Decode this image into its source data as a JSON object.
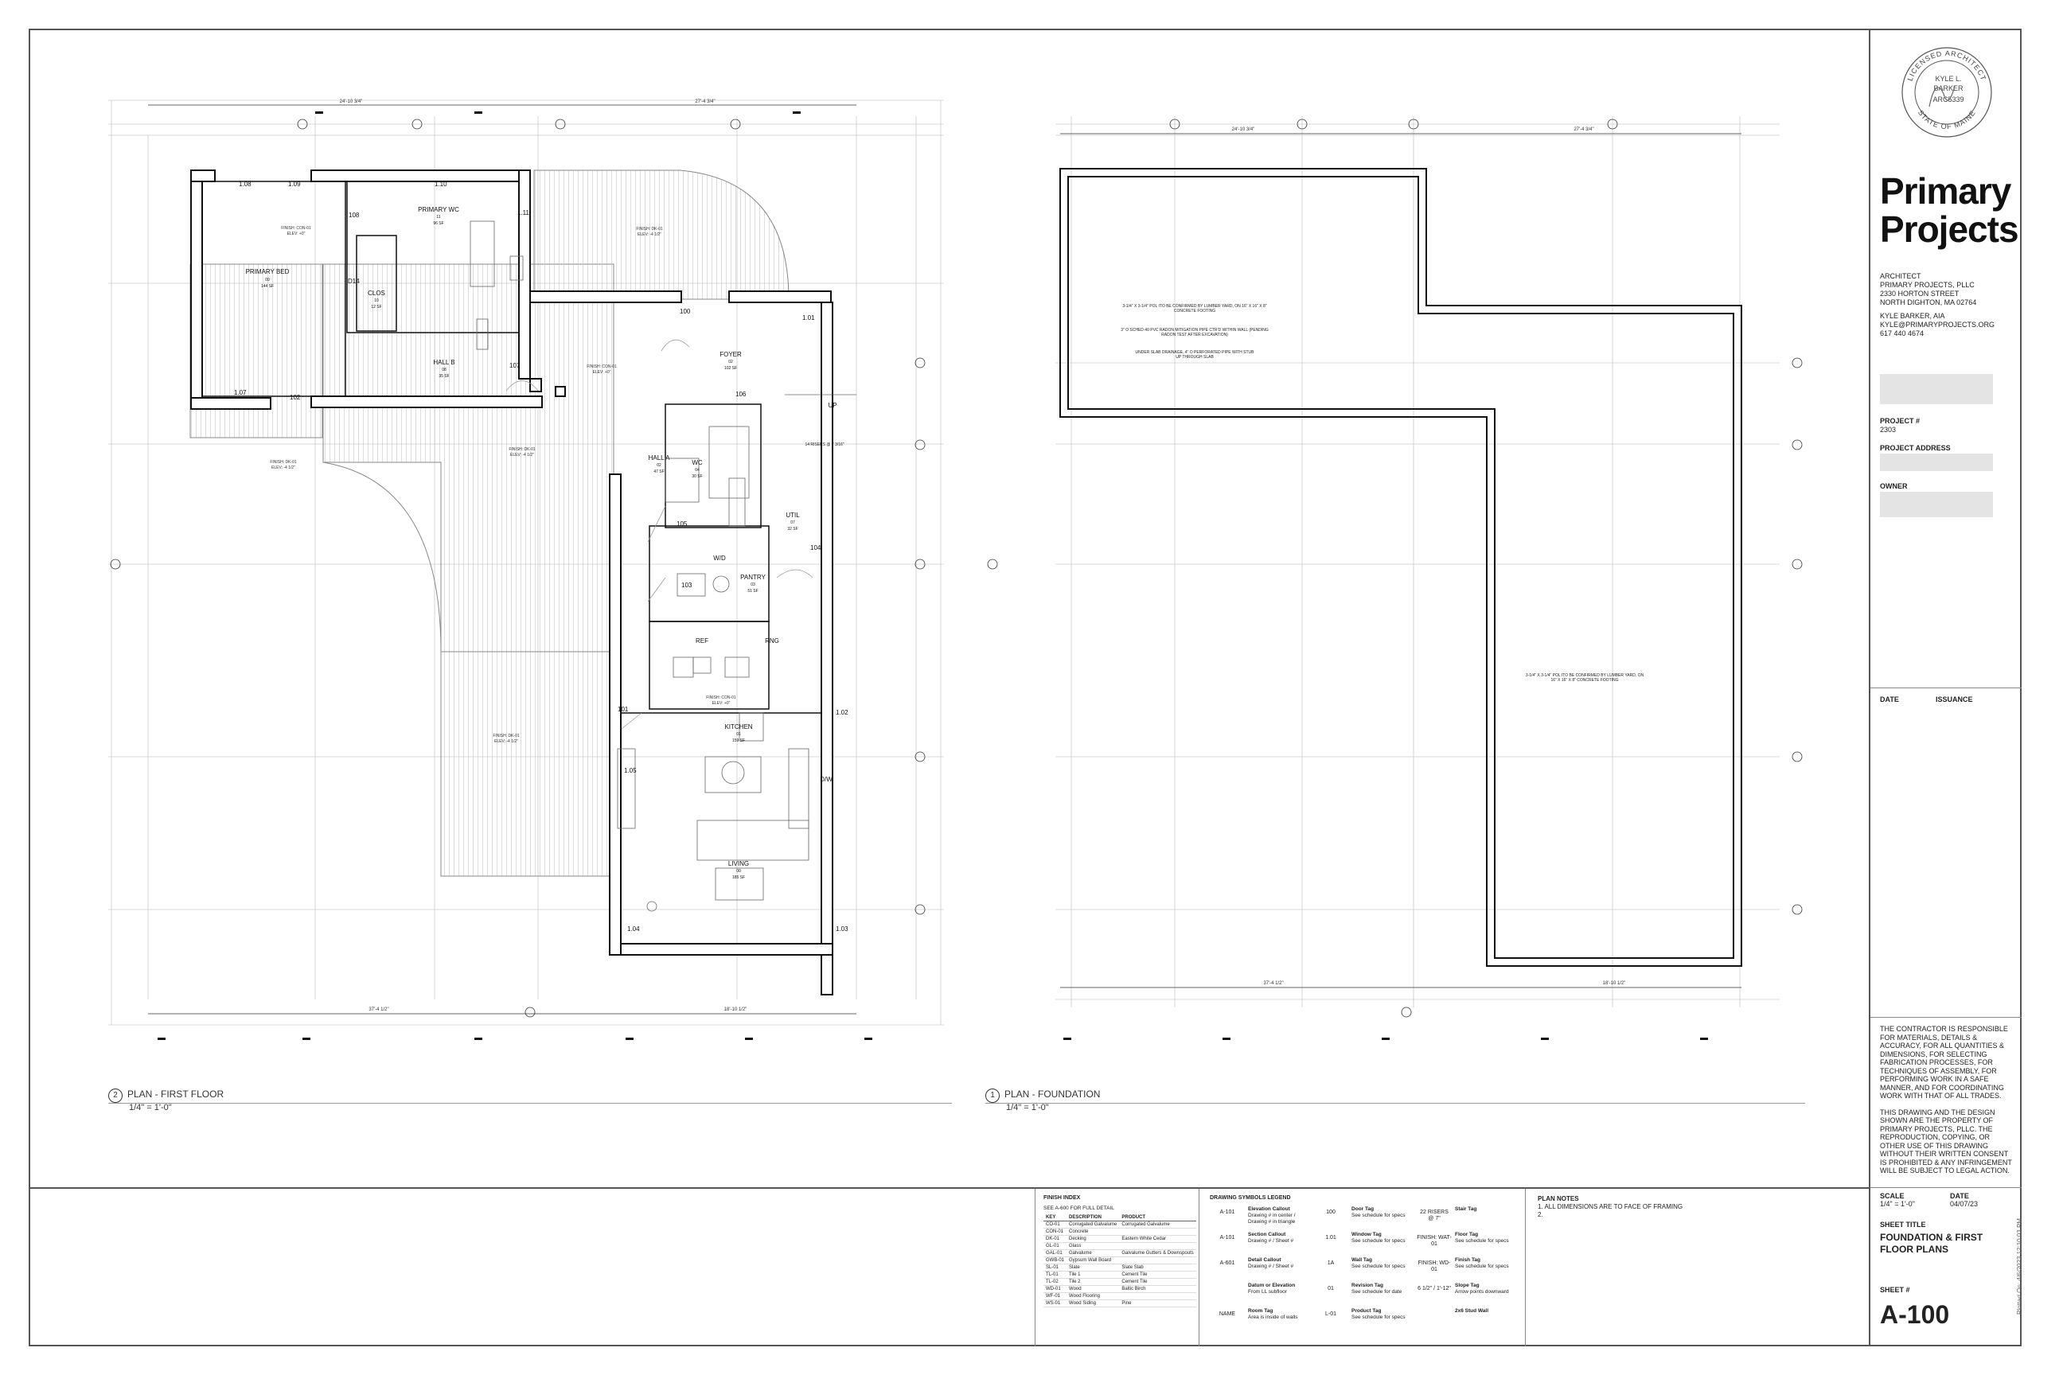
{
  "firm": {
    "name_line1": "Primary",
    "name_line2": "Projects",
    "architect_label": "ARCHITECT",
    "company": "PRIMARY PROJECTS, PLLC",
    "street": "2330 HORTON STREET",
    "city": "NORTH DIGHTON, MA 02764",
    "person": "KYLE BARKER, AIA",
    "email": "KYLE@PRIMARYPROJECTS.ORG",
    "phone": "617 440 4674"
  },
  "seal": {
    "top_text": "LICENSED ARCHITECT",
    "name1": "KYLE L.",
    "name2": "BARKER",
    "number": "ARC5339",
    "bottom_text": "STATE OF MAINE"
  },
  "project": {
    "number_label": "PROJECT #",
    "number": "2303",
    "address_label": "PROJECT ADDRESS",
    "owner_label": "OWNER"
  },
  "issuance": {
    "date_label": "DATE",
    "issuance_label": "ISSUANCE"
  },
  "disclaimer": {
    "p1": "THE CONTRACTOR IS RESPONSIBLE FOR MATERIALS, DETAILS & ACCURACY, FOR ALL QUANTITIES & DIMENSIONS, FOR SELECTING FABRICATION PROCESSES, FOR TECHNIQUES OF ASSEMBLY, FOR PERFORMING WORK IN A SAFE MANNER, AND FOR COORDINATING WORK WITH THAT OF ALL TRADES.",
    "p2": "THIS DRAWING AND THE DESIGN SHOWN ARE THE PROPERTY OF PRIMARY PROJECTS, PLLC. THE REPRODUCTION, COPYING, OR OTHER USE OF THIS DRAWING WITHOUT THEIR WRITTEN CONSENT IS PROHIBITED & ANY INFRINGEMENT WILL BE SUBJECT TO LEGAL ACTION."
  },
  "sheet": {
    "scale_label": "SCALE",
    "scale": "1/4\" = 1'-0\"",
    "date_label": "DATE",
    "date": "04/07/23",
    "title_label": "SHEET TITLE",
    "title_line1": "FOUNDATION & FIRST",
    "title_line2": "FLOOR PLANS",
    "number_label": "SHEET #",
    "number": "A-100",
    "plotted": "Plotted On: 4/6/2023 12:10:03 PM"
  },
  "plans": {
    "first_floor": {
      "num": "2",
      "title": "PLAN - FIRST FLOOR",
      "scale": "1/4\" = 1'-0\""
    },
    "foundation": {
      "num": "1",
      "title": "PLAN - FOUNDATION",
      "scale": "1/4\" = 1'-0\""
    }
  },
  "rooms": {
    "primary_bed": "PRIMARY BED",
    "primary_bed_no": "09",
    "primary_bed_area": "144 SF",
    "primary_wc": "PRIMARY WC",
    "primary_wc_no": "11",
    "primary_wc_area": "96 SF",
    "clos": "CLOS",
    "clos_no": "10",
    "clos_area": "12 SF",
    "hall_b": "HALL B",
    "hall_b_no": "08",
    "hall_b_area": "35 SF",
    "foyer": "FOYER",
    "foyer_no": "02",
    "foyer_area": "102 SF",
    "hall_a": "HALL A",
    "hall_a_no": "02",
    "hall_a_area": "47 SF",
    "wc": "WC",
    "wc_no": "04",
    "wc_area": "30 SF",
    "util": "UTIL",
    "util_no": "07",
    "util_area": "32 SF",
    "pantry": "PANTRY",
    "pantry_no": "03",
    "pantry_area": "51 SF",
    "kitchen": "KITCHEN",
    "kitchen_no": "01",
    "kitchen_area": "159 SF",
    "living": "LIVING",
    "living_no": "00",
    "living_area": "185 SF",
    "refr": "REF",
    "range": "RNG",
    "wd": "W/D",
    "dw": "D/W",
    "up": "UP",
    "stair": "14 RISERS @ 7 3/16\""
  },
  "tags": {
    "d108": "1.08",
    "d109": "1.09",
    "d110": "1.10",
    "d111": "1.11",
    "d107w": "1.07",
    "d100": "100",
    "d101w": "1.01",
    "d102": "102",
    "d107": "107",
    "d106": "106",
    "d105": "105",
    "d104": "104",
    "d103": "103",
    "d101": "101",
    "d102w": "1.02",
    "d105w": "1.05",
    "d104w": "1.04",
    "d103w": "1.03",
    "d108s": "108",
    "d14": "D14",
    "finish_da": "FINISH: DK-01",
    "elev_da": "ELEV: -4 1/2\"",
    "finish_con": "FINISH: CON-01",
    "elev_con": "ELEV: +0\""
  },
  "dims": {
    "top_left": "24'-10 3/4\"",
    "top_right": "27'-4 3/4\"",
    "bottom_left": "37'-4 1/2\"",
    "bottom_right": "18'-10 1/2\"",
    "f_top_left": "24'-10 3/4\"",
    "f_top_right": "27'-4 3/4\"",
    "f_bottom_left": "37'-4 1/2\"",
    "f_bottom_right": "18'-10 1/2\""
  },
  "notes_foundation": {
    "n1": "3-1/4\" X 3-1/4\" POL ITO BE CONFIRMED BY LUMBER YARD, ON 16\" X 16\" X 8\" CONCRETE FOOTING",
    "n2": "3\" O SCHED 40 PVC RADON MITIGATION PIPE CTR'D WITHIN WALL (PENDING RADON TEST AFTER EXCAVATION)",
    "n3": "UNDER SLAB DRAINAGE, 4\" O PERFORATED PIPE WITH STUB UP THROUGH SLAB",
    "n4": "3-1/4\" X 3-1/4\" POL ITO BE CONFIRMED BY LUMBER YARD, ON 16\" X 16\" X 8\" CONCRETE FOOTING"
  },
  "finish_index": {
    "title": "FINISH INDEX",
    "subtitle": "SEE A-600 FOR FULL DETAIL",
    "headers": [
      "KEY",
      "DESCRIPTION",
      "PRODUCT"
    ],
    "rows": [
      [
        "CO-01",
        "Corrugated Galvalume",
        "Corrugated Galvalume"
      ],
      [
        "CON-01",
        "Concrete",
        ""
      ],
      [
        "DK-01",
        "Decking",
        "Eastern White Cedar"
      ],
      [
        "GL-01",
        "Glass",
        ""
      ],
      [
        "GAL-01",
        "Galvalume",
        "Galvalume Gutters & Downspouts"
      ],
      [
        "GWB-01",
        "Gypsum Wall Board",
        ""
      ],
      [
        "SL-01",
        "Slate",
        "Slate Slab"
      ],
      [
        "TL-01",
        "Tile 1",
        "Cement Tile"
      ],
      [
        "TL-02",
        "Tile 2",
        "Cement Tile"
      ],
      [
        "WD-01",
        "Wood",
        "Baltic Birch"
      ],
      [
        "WF-01",
        "Wood Flooring",
        ""
      ],
      [
        "WS-01",
        "Wood Siding",
        "Pine"
      ]
    ]
  },
  "symbols": {
    "title": "DRAWING SYMBOLS LEGEND",
    "items": [
      {
        "tag": "A-101",
        "name": "Elevation Callout",
        "desc": "Drawing # in center / Drawing # in triangle"
      },
      {
        "tag": "A-101",
        "name": "Section Callout",
        "desc": "Drawing # / Sheet #"
      },
      {
        "tag": "A-601",
        "name": "Detail Callout",
        "desc": "Drawing # / Sheet #"
      },
      {
        "tag": "",
        "name": "Datum or Elevation",
        "desc": "From LL subfloor"
      },
      {
        "tag": "NAME",
        "name": "Room Tag",
        "desc": "Area is inside of walls"
      }
    ],
    "items2": [
      {
        "tag": "100",
        "name": "Door Tag",
        "desc": "See schedule for specs"
      },
      {
        "tag": "1.01",
        "name": "Window Tag",
        "desc": "See schedule for specs"
      },
      {
        "tag": "1A",
        "name": "Wall Tag",
        "desc": "See schedule for specs"
      },
      {
        "tag": "01",
        "name": "Revision Tag",
        "desc": "See schedule for date"
      },
      {
        "tag": "L-01",
        "name": "Product Tag",
        "desc": "See schedule for specs"
      }
    ],
    "items3": [
      {
        "tag": "22 RISERS @ 7\"",
        "name": "Stair Tag",
        "desc": ""
      },
      {
        "tag": "FINISH: WAT-01",
        "name": "Floor Tag",
        "desc": "See schedule for specs"
      },
      {
        "tag": "FINISH: WD-01",
        "name": "Finish Tag",
        "desc": "See schedule for specs"
      },
      {
        "tag": "6 1/2\" / 1'-12\"",
        "name": "Slope Tag",
        "desc": "Arrow points downward"
      },
      {
        "tag": "",
        "name": "2x6 Stud Wall",
        "desc": ""
      }
    ]
  },
  "plan_notes": {
    "title": "PLAN NOTES",
    "n1": "1.   ALL DIMENSIONS ARE TO FACE OF FRAMING",
    "n2": "2."
  }
}
